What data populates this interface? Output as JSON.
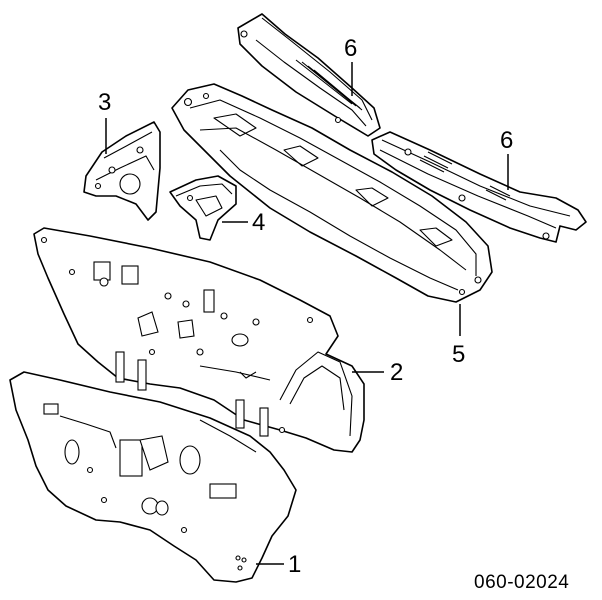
{
  "diagram": {
    "code": "060-02024",
    "callouts": {
      "c1": "1",
      "c2": "2",
      "c3": "3",
      "c4": "4",
      "c5": "5",
      "c6a": "6",
      "c6b": "6"
    }
  }
}
